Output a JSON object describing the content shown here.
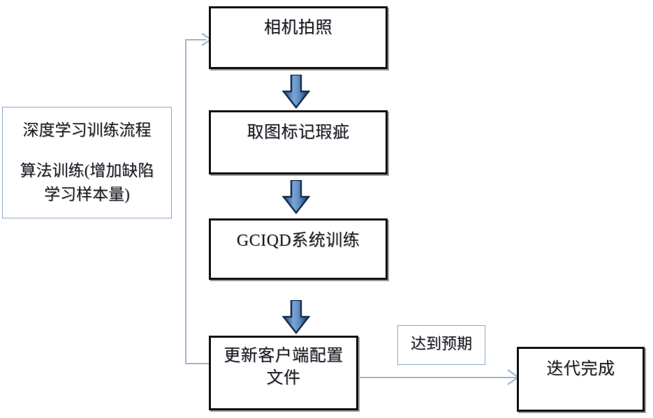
{
  "diagram": {
    "title_block": {
      "name": "deep-learning-training-process-note",
      "lines": "深度学习训练流程\n\n算法训练(增加缺陷\n学习样本量)",
      "line1": "深度学习训练流程",
      "line2": "算法训练(增加缺陷",
      "line3": "学习样本量)"
    },
    "nodes": [
      {
        "id": "camera-capture",
        "label": "相机拍照"
      },
      {
        "id": "annotate-defects",
        "label": "取图标记瑕疵"
      },
      {
        "id": "gciqd-system-training",
        "label": "GCIQD系统训练"
      },
      {
        "id": "update-client-config-file",
        "label": "更新客户端配置\n文件"
      },
      {
        "id": "iteration-complete",
        "label": "迭代完成"
      }
    ],
    "edge_label": {
      "id": "meets-expectation",
      "label": "达到预期"
    },
    "connectors": [
      {
        "id": "arrow-capture-to-annotate",
        "type": "block-arrow-down"
      },
      {
        "id": "arrow-annotate-to-training",
        "type": "block-arrow-down"
      },
      {
        "id": "arrow-training-to-update",
        "type": "block-arrow-down"
      },
      {
        "id": "arrow-update-to-complete",
        "type": "line-arrow-right"
      },
      {
        "id": "feedback-loop-update-to-capture",
        "type": "line-arrow-loop"
      }
    ],
    "colors": {
      "box_border": "#111111",
      "thin_border": "#8ea9c8",
      "connector_line": "#9fb4cf",
      "arrow_fill_light": "#6f9bd1",
      "arrow_fill_dark": "#1f3a5f",
      "text": "#1c1c22",
      "background": "#ffffff"
    }
  }
}
